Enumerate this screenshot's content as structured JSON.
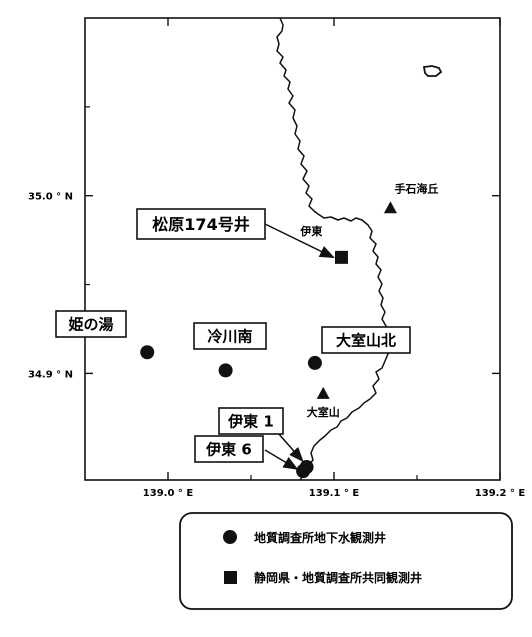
{
  "map": {
    "lon_range": [
      138.95,
      139.2
    ],
    "lat_range": [
      34.84,
      35.1
    ],
    "lat_ticks": [
      {
        "value": 35.0,
        "label": "35.0 ° N"
      },
      {
        "value": 34.9,
        "label": "34.9 ° N"
      }
    ],
    "lon_ticks": [
      {
        "value": 139.0,
        "label": "139.0 ° E"
      },
      {
        "value": 139.1,
        "label": "139.1 ° E"
      },
      {
        "value": 139.2,
        "label": "139.2 ° E"
      }
    ],
    "coastline_color": "#111111"
  },
  "wells": [
    {
      "id": "himenoyu",
      "label": "姫の湯",
      "type": "circle",
      "lon": 138.9875,
      "lat": 34.9119
    },
    {
      "id": "reikawa",
      "label": "冷川南",
      "type": "circle",
      "lon": 139.0347,
      "lat": 34.9017
    },
    {
      "id": "omuroyama-kita",
      "label": "大室山北",
      "type": "circle",
      "lon": 139.0885,
      "lat": 34.9059
    },
    {
      "id": "ito1",
      "label": "伊東 1",
      "type": "circle",
      "lon": 139.0835,
      "lat": 34.8473
    },
    {
      "id": "ito6",
      "label": "伊東 6",
      "type": "circle",
      "lon": 139.0814,
      "lat": 34.845
    },
    {
      "id": "matsubara",
      "label": "松原174号井",
      "type": "square",
      "lon": 139.1045,
      "lat": 34.9653
    }
  ],
  "places": [
    {
      "id": "ito",
      "label": "伊東",
      "lon": 139.09,
      "lat": 34.978
    },
    {
      "id": "omuroyama",
      "label": "大室山",
      "type": "triangle",
      "lon": 139.0935,
      "lat": 34.8885
    },
    {
      "id": "teishi",
      "label": "手石海丘",
      "type": "triangle",
      "lon": 139.134,
      "lat": 34.9929
    }
  ],
  "legend": {
    "items": [
      {
        "symbol": "circle",
        "label": "地質調査所地下水観測井"
      },
      {
        "symbol": "square",
        "label": "静岡県・地質調査所共同観測井"
      }
    ]
  }
}
